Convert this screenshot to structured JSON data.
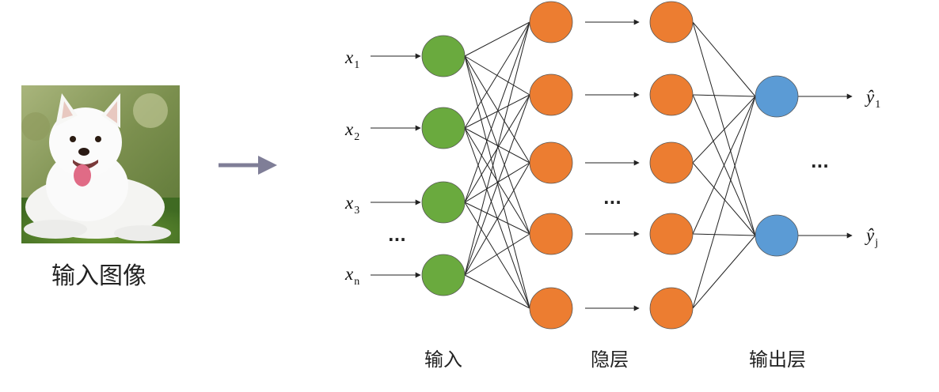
{
  "image_caption": "输入图像",
  "layer_titles": {
    "input": "输入",
    "hidden": "隐层",
    "output": "输出层"
  },
  "ellipsis": "...",
  "hidden_ellipsis": "...",
  "output_ellipsis": "...",
  "inputs": [
    {
      "base": "x",
      "sub": "1"
    },
    {
      "base": "x",
      "sub": "2"
    },
    {
      "base": "x",
      "sub": "3"
    },
    {
      "base": "x",
      "sub": "n"
    }
  ],
  "outputs": [
    {
      "base": "ŷ",
      "sub": "1"
    },
    {
      "base": "ŷ",
      "sub": "j"
    }
  ],
  "colors": {
    "input_node": "#6aaa3e",
    "hidden_node": "#ec7d31",
    "output_node": "#5b9bd5",
    "big_arrow": "#7f7e97",
    "node_stroke": "#555555"
  },
  "icons": {
    "image": "white-dog-photo",
    "flow_arrow": "arrow-right-icon"
  }
}
